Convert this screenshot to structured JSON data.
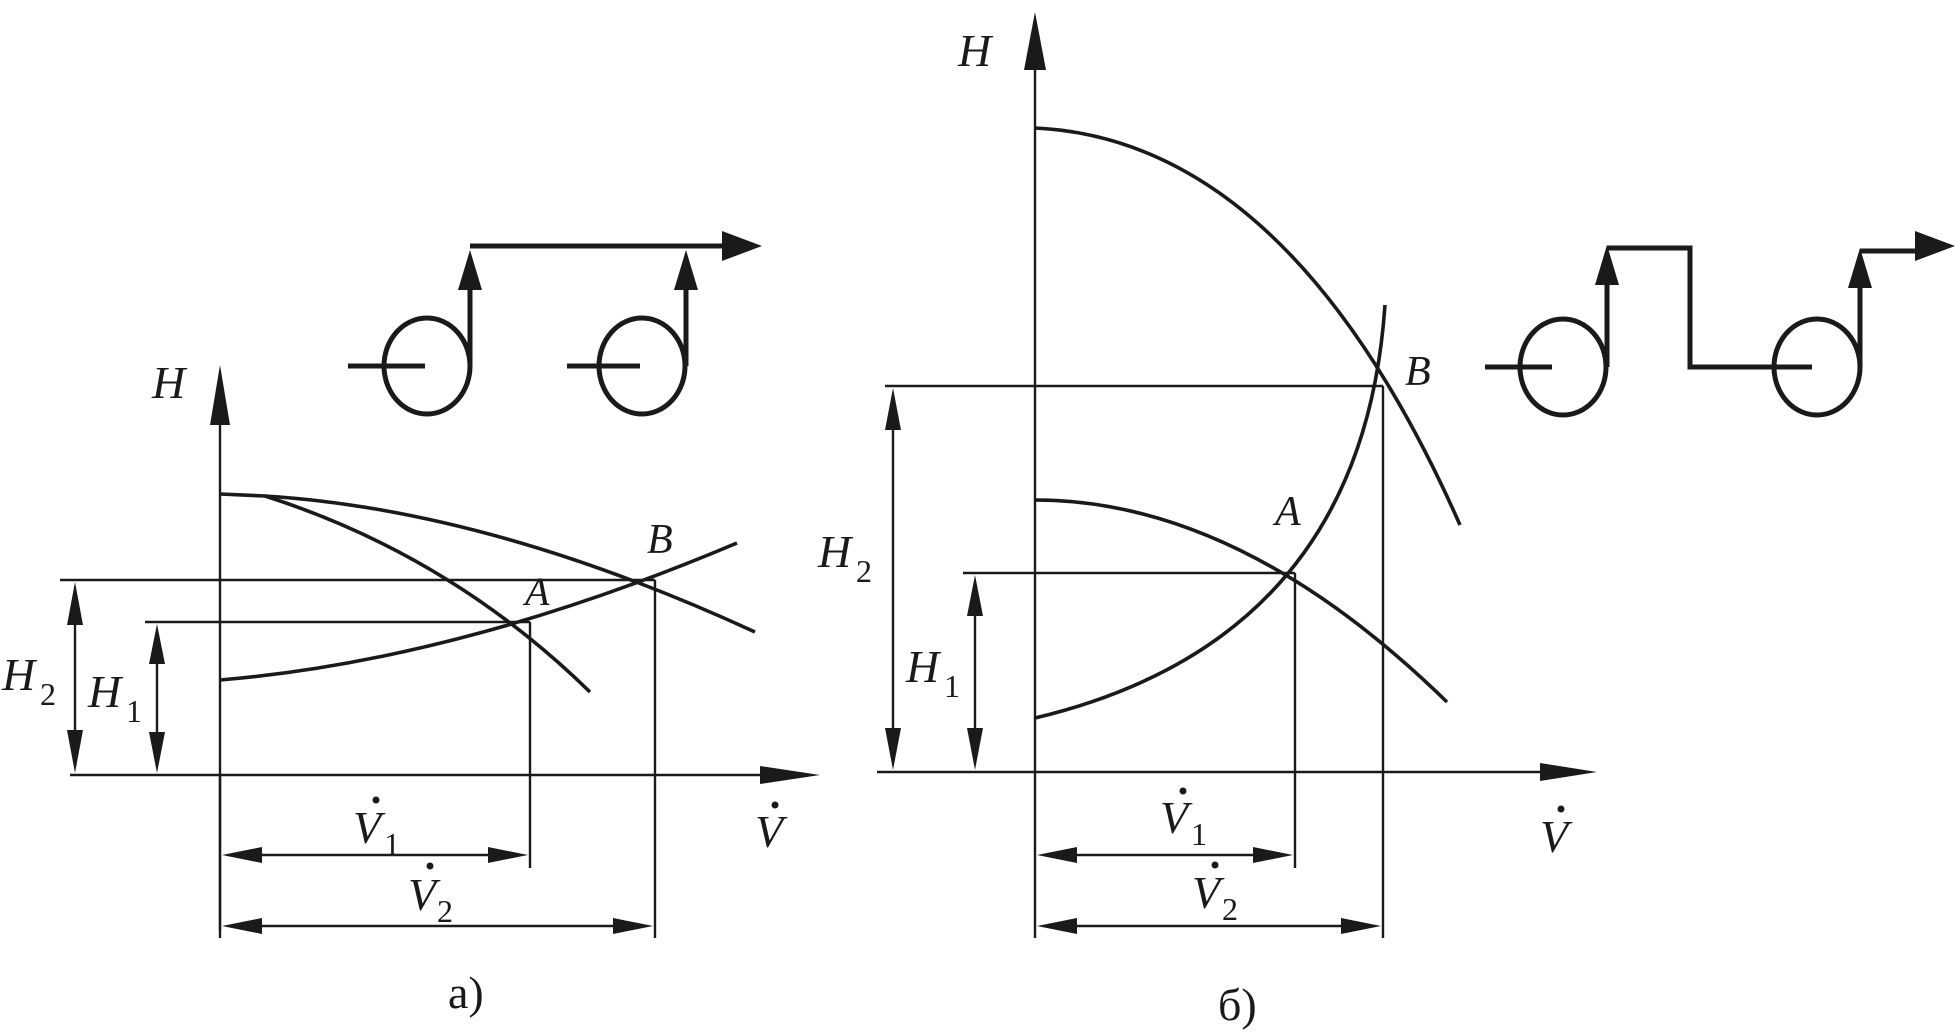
{
  "panel_a": {
    "axis_h": "H",
    "axis_v": "V",
    "point_a": "A",
    "point_b": "B",
    "h1": "H",
    "h1_sub": "1",
    "h2": "H",
    "h2_sub": "2",
    "v1": "V",
    "v1_sub": "1",
    "v2": "V",
    "v2_sub": "2",
    "caption": "а)"
  },
  "panel_b": {
    "axis_h": "H",
    "axis_v": "V",
    "point_a": "A",
    "point_b": "B",
    "h1": "H",
    "h1_sub": "1",
    "h2": "H",
    "h2_sub": "2",
    "v1": "V",
    "v1_sub": "1",
    "v2": "V",
    "v2_sub": "2",
    "caption": "б)"
  },
  "colors": {
    "ink": "#1a1a1a",
    "background": "#ffffff"
  }
}
